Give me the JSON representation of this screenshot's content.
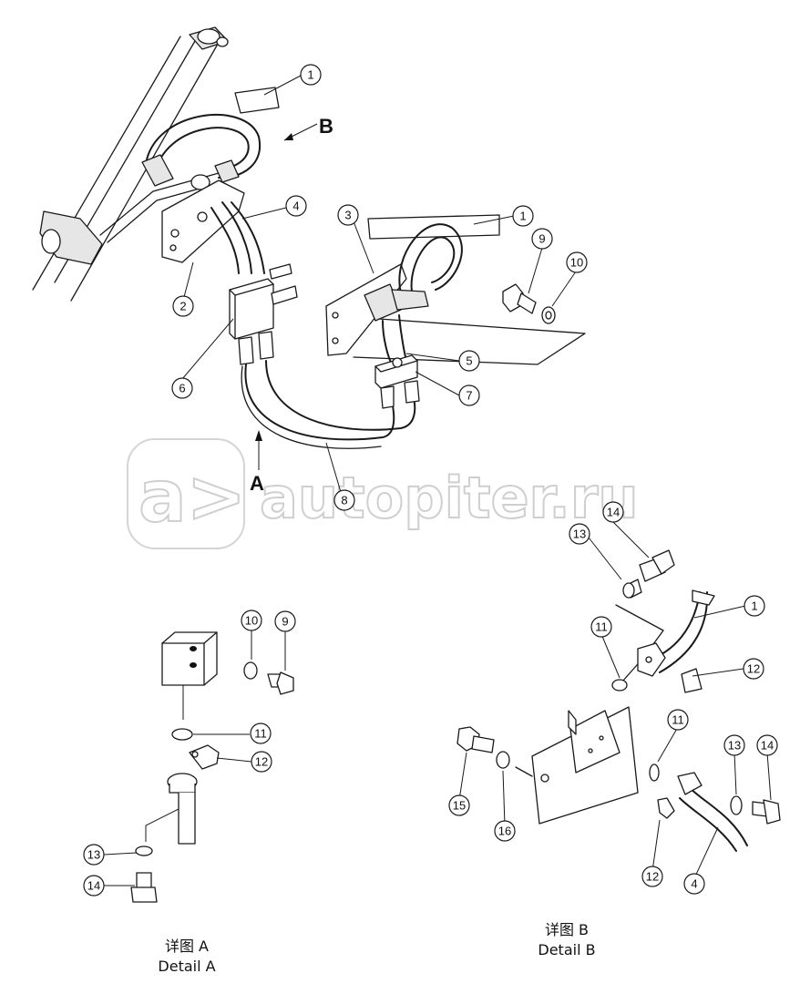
{
  "watermark": {
    "text": "autopiter.ru"
  },
  "view_labels": {
    "a": "A",
    "b": "B"
  },
  "callouts": {
    "c1_top": "1",
    "c1_mid": "1",
    "c1_detail": "1",
    "c2": "2",
    "c3": "3",
    "c4_top": "4",
    "c4_detail": "4",
    "c5": "5",
    "c6": "6",
    "c7": "7",
    "c8": "8",
    "c9_top": "9",
    "c9_detail": "9",
    "c10_top": "10",
    "c10_detail": "10",
    "c11_a": "11",
    "c11_b1": "11",
    "c11_b2": "11",
    "c12_a": "12",
    "c12_b1": "12",
    "c12_b2": "12",
    "c13_a": "13",
    "c13_b1": "13",
    "c13_b2": "13",
    "c14_a": "14",
    "c14_b1": "14",
    "c14_b2": "14",
    "c15": "15",
    "c16": "16"
  },
  "captions": {
    "detail_a_cn": "详图 A",
    "detail_a_en": "Detail A",
    "detail_b_cn": "详图 B",
    "detail_b_en": "Detail B"
  }
}
